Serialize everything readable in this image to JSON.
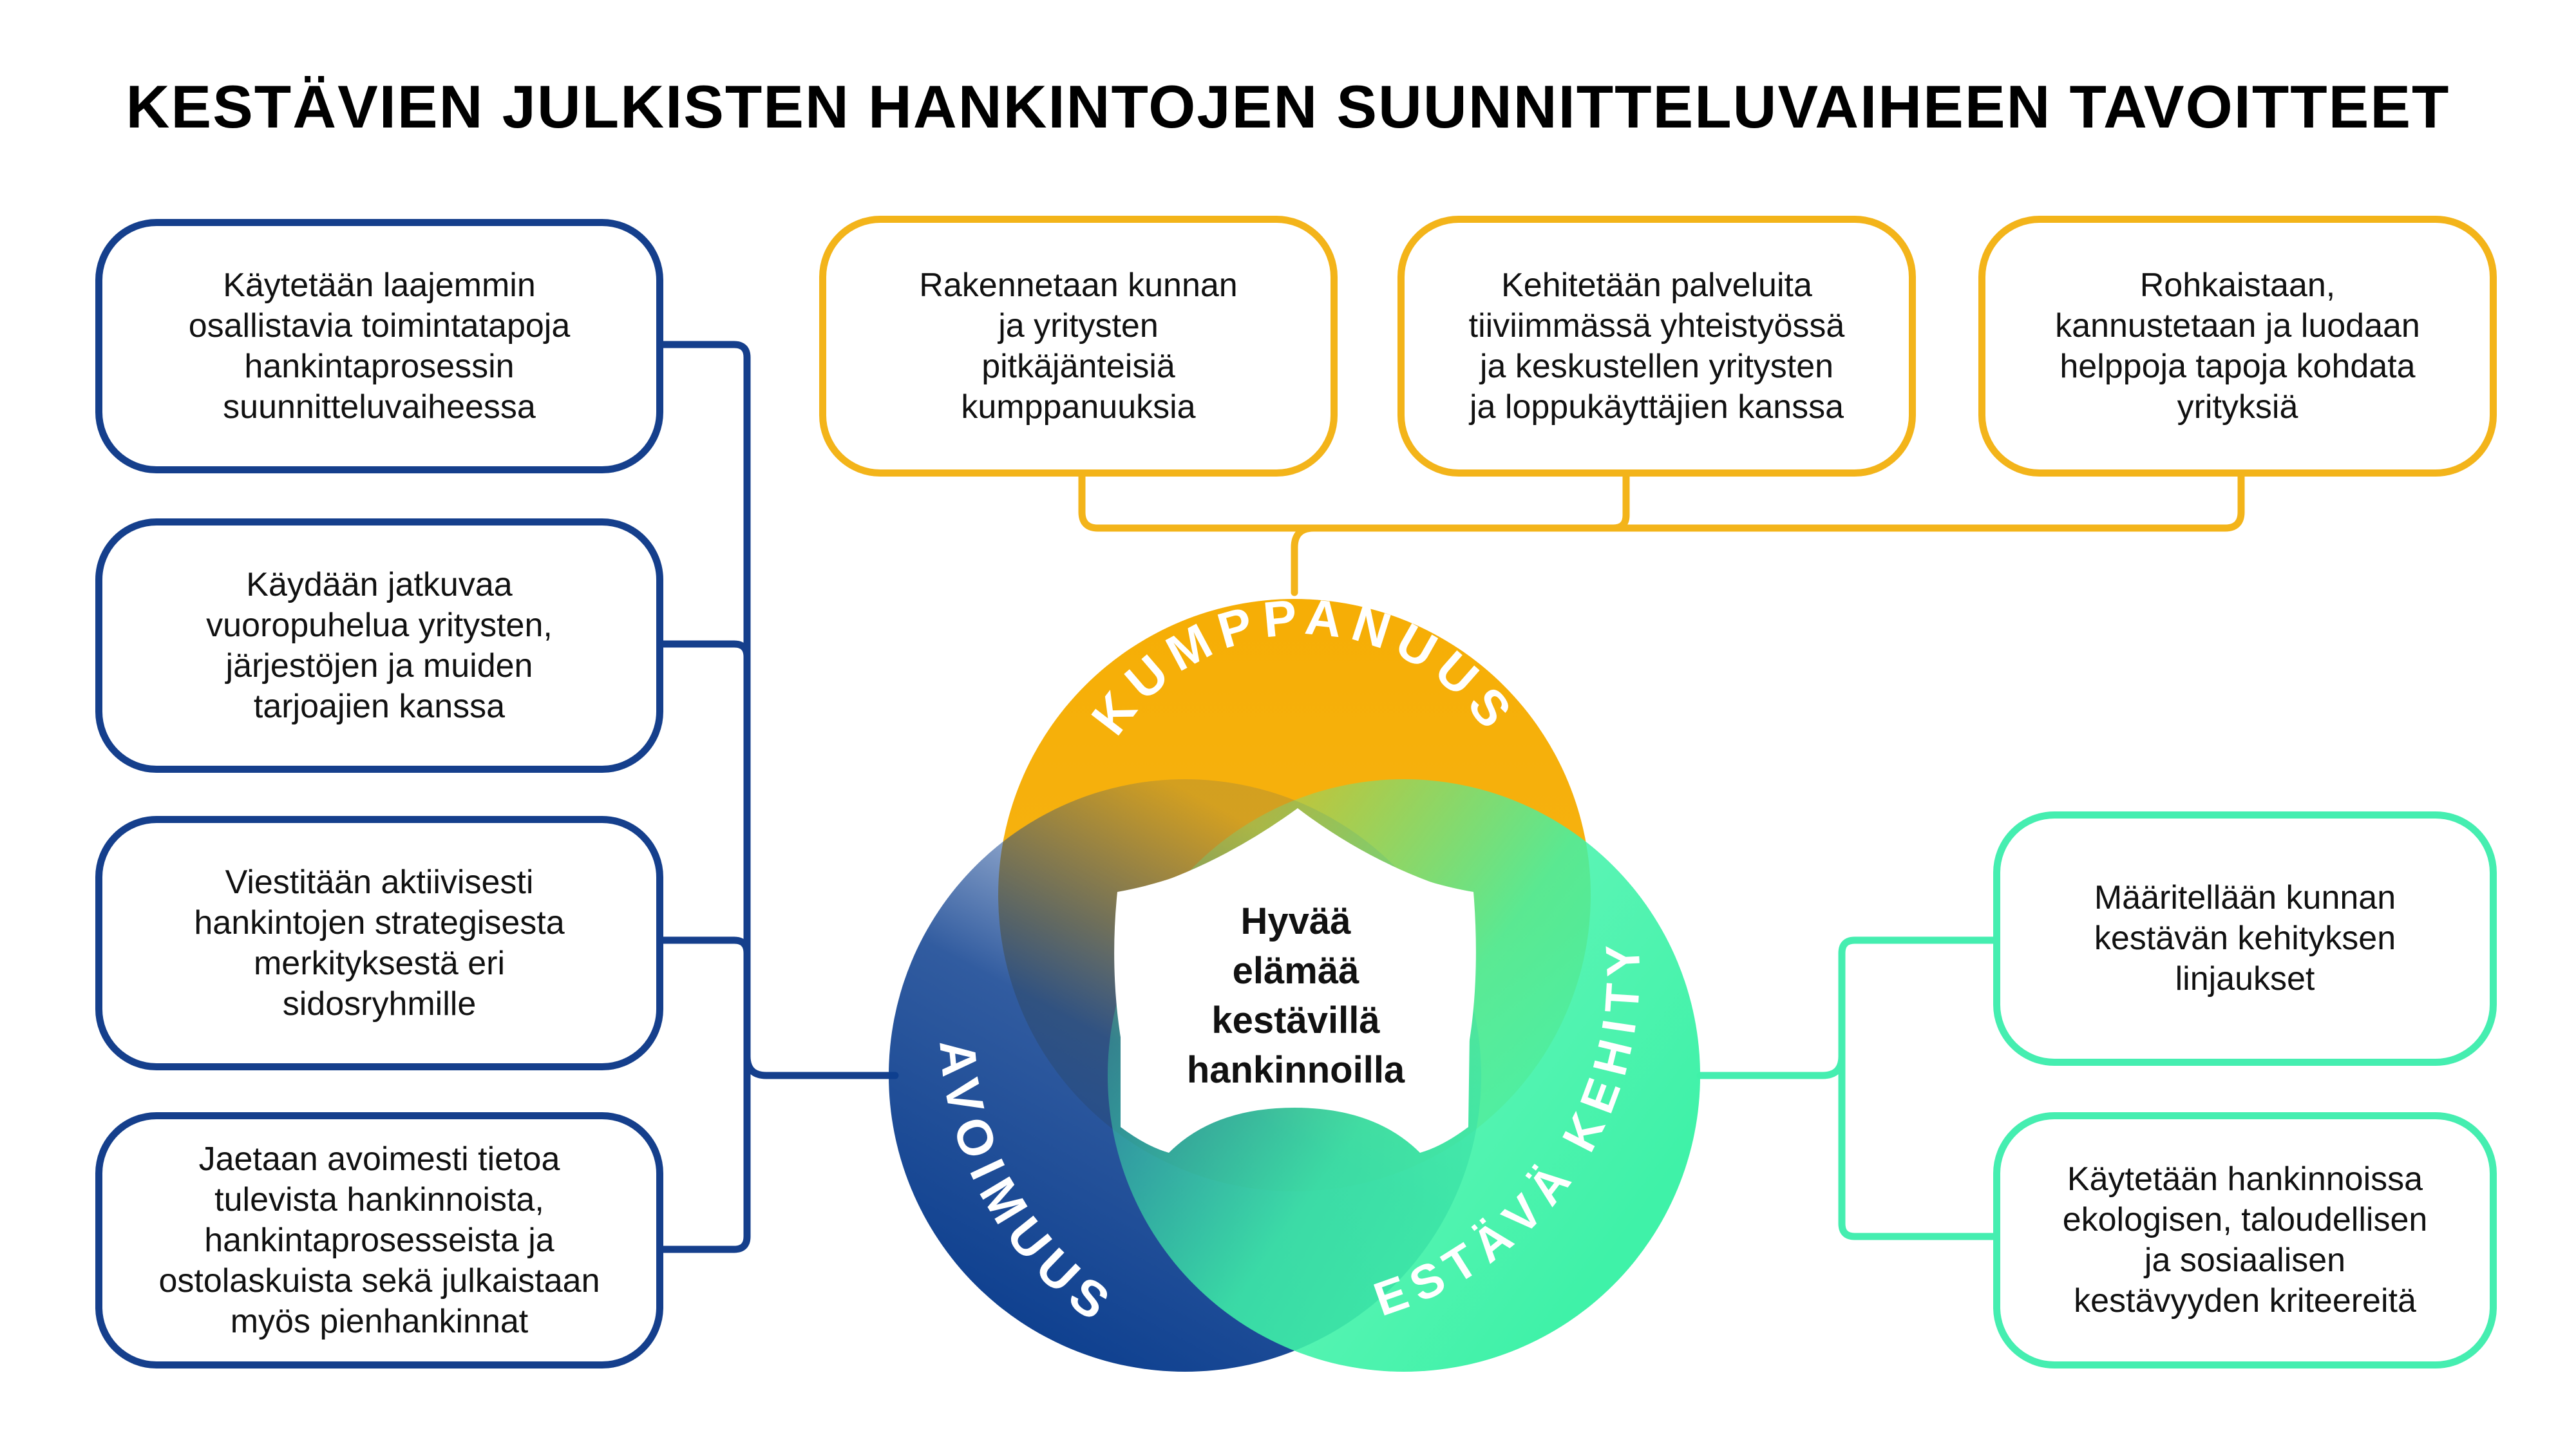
{
  "title": "KESTÄVIEN JULKISTEN HANKINTOJEN SUUNNITTELUVAIHEEN TAVOITTEET",
  "colors": {
    "avoimuus": "#0d3f8f",
    "kumppanuus": "#f6ae05",
    "kestava_kehitys": "#3ff2a8",
    "connector_blue": "#153f8c",
    "connector_yellow": "#f3b41a",
    "connector_green": "#45eeb0"
  },
  "center": {
    "label": "Hyvää elämää kestävillä hankinnoilla",
    "lines": [
      "Hyvää",
      "elämää",
      "kestävillä",
      "hankinnoilla"
    ]
  },
  "circles": {
    "kumppanuus": "KUMPPANUUS",
    "avoimuus": "AVOIMUUS",
    "kestava_kehitys": "KESTÄVÄ KEHITYS"
  },
  "avoimuus_goals": [
    {
      "text": "Käytetään laajemmin osallistavia toimintatapoja hankintaprosessin suunnitteluvaiheessa",
      "lines": [
        "Käytetään laajemmin",
        "osallistavia toimintatapoja",
        "hankintaprosessin",
        "suunnitteluvaiheessa"
      ]
    },
    {
      "text": "Käydään jatkuvaa vuoropuhelua yritysten, järjestöjen ja muiden tarjoajien kanssa",
      "lines": [
        "Käydään jatkuvaa",
        "vuoropuhelua yritysten,",
        "järjestöjen ja muiden",
        "tarjoajien kanssa"
      ]
    },
    {
      "text": "Viestitään aktiivisesti hankintojen strategisesta merkityksestä eri sidosryhmille",
      "lines": [
        "Viestitään aktiivisesti",
        "hankintojen strategisesta",
        "merkityksestä eri",
        "sidosryhmille"
      ]
    },
    {
      "text": "Jaetaan avoimesti tietoa tulevista hankinnoista, hankintaprosesseista ja ostolaskuista sekä julkaistaan myös pienhankinnat",
      "lines": [
        "Jaetaan avoimesti tietoa",
        "tulevista hankinnoista,",
        "hankintaprosesseista ja",
        "ostolaskuista sekä julkaistaan",
        "myös pienhankinnat"
      ]
    }
  ],
  "kumppanuus_goals": [
    {
      "text": "Rakennetaan kunnan ja yritysten pitkäjänteisiä kumppanuuksia",
      "lines": [
        "Rakennetaan kunnan",
        "ja yritysten",
        "pitkäjänteisiä",
        "kumppanuuksia"
      ]
    },
    {
      "text": "Kehitetään palveluita tiiviimmässä yhteistyössä ja keskustellen yritysten ja loppukäyttäjien kanssa",
      "lines": [
        "Kehitetään palveluita",
        "tiiviimmässä yhteistyössä",
        "ja keskustellen yritysten",
        "ja loppukäyttäjien kanssa"
      ]
    },
    {
      "text": "Rohkaistaan, kannustetaan ja luodaan helppoja tapoja kohdata yrityksiä",
      "lines": [
        "Rohkaistaan,",
        "kannustetaan ja luodaan",
        "helppoja tapoja kohdata",
        "yrityksiä"
      ]
    }
  ],
  "kestava_goals": [
    {
      "text": "Määritellään kunnan kestävän kehityksen linjaukset",
      "lines": [
        "Määritellään kunnan",
        "kestävän kehityksen",
        "linjaukset"
      ]
    },
    {
      "text": "Käytetään hankinnoissa ekologisen, taloudellisen ja sosiaalisen kestävyyden kriteereitä",
      "lines": [
        "Käytetään hankinnoissa",
        "ekologisen, taloudellisen",
        "ja sosiaalisen",
        "kestävyyden kriteereitä"
      ]
    }
  ]
}
